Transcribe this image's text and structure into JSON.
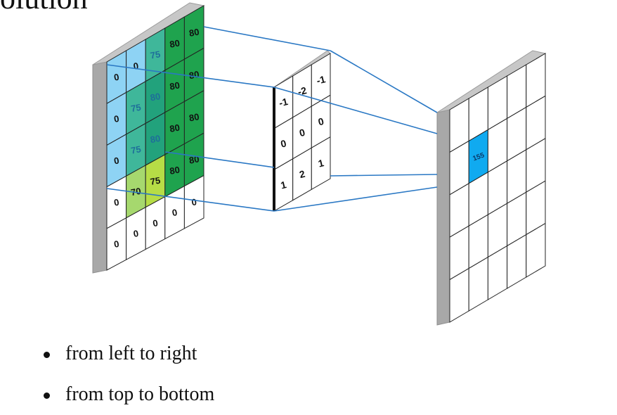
{
  "title": "olution",
  "input": {
    "values": [
      [
        "0",
        "0",
        "75",
        "80",
        "80"
      ],
      [
        "0",
        "75",
        "80",
        "80",
        "80"
      ],
      [
        "0",
        "75",
        "80",
        "80",
        "80"
      ],
      [
        "0",
        "70",
        "75",
        "80",
        "80"
      ],
      [
        "0",
        "0",
        "0",
        "0",
        "0"
      ]
    ],
    "fills": [
      [
        "#8ed3f4",
        "#8ed3f4",
        "#3fb79a",
        "#1fa34e",
        "#1fa34e"
      ],
      [
        "#8ed3f4",
        "#3fb79a",
        "#22a27c",
        "#1fa34e",
        "#1fa34e"
      ],
      [
        "#8ed3f4",
        "#3fb79a",
        "#22a27c",
        "#1fa34e",
        "#1fa34e"
      ],
      [
        "#ffffff",
        "#a6d86e",
        "#b6dd46",
        "#1fa34e",
        "#1fa34e"
      ],
      [
        "#ffffff",
        "#ffffff",
        "#ffffff",
        "#ffffff",
        "#ffffff"
      ]
    ]
  },
  "kernel": {
    "values": [
      [
        "-1",
        "-2",
        "-1"
      ],
      [
        "0",
        "0",
        "0"
      ],
      [
        "1",
        "2",
        "1"
      ]
    ]
  },
  "output": {
    "rows": 5,
    "cols": 5,
    "highlight_row": 1,
    "highlight_col": 1,
    "highlight_value": "155",
    "highlight_color": "#10aaf0"
  },
  "colors": {
    "line": "#2a78c4",
    "board": "#a8a8a8",
    "grid": "#222222"
  },
  "bullets": [
    "from left to right",
    "from top to bottom"
  ]
}
